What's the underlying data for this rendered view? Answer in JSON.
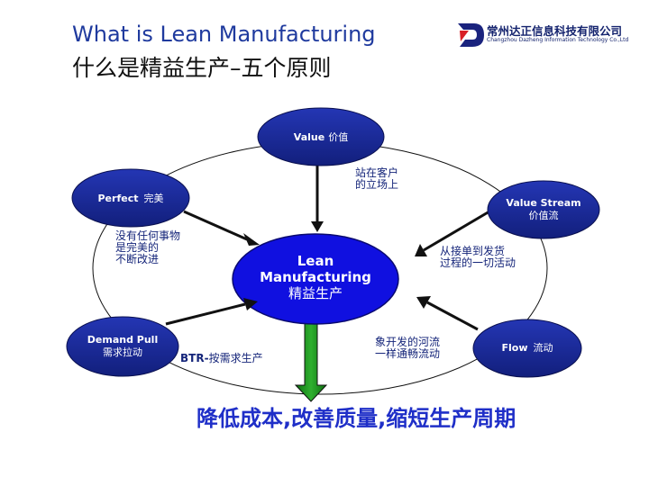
{
  "slide": {
    "title_en": "What is Lean Manufacturing",
    "title_zh": "什么是精益生产–五个原则"
  },
  "logo": {
    "name": "常州达正信息科技有限公司",
    "subtitle": "Changzhou Dazheng Information Technology Co.,Ltd",
    "icon": "dz-logo-mark"
  },
  "diagram": {
    "center": {
      "en": "Lean\nManufacturing",
      "zh": "精益生产"
    },
    "nodes": [
      {
        "id": "value",
        "en": "Value",
        "zh": "价值"
      },
      {
        "id": "value-stream",
        "en": "Value Stream",
        "zh": "价值流"
      },
      {
        "id": "flow",
        "en": "Flow",
        "zh": "流动"
      },
      {
        "id": "demand-pull",
        "en": "Demand Pull",
        "zh": "需求拉动"
      },
      {
        "id": "perfect",
        "en": "Perfect",
        "zh": "完美"
      }
    ],
    "notes": {
      "value": "站在客户\n的立场上",
      "value_stream": "从接单到发货\n过程的一切活动",
      "flow": "象开发的河流\n一样通畅流动",
      "demand_pull_bold": "BTR-",
      "demand_pull": "按需求生产",
      "perfect": "没有任何事物\n是完美的\n不断改进"
    },
    "result": "降低成本,改善质量,缩短生产周期",
    "colors": {
      "node_fill": "#1a2a9a",
      "center_fill": "#1010e0",
      "arrow": "#111111",
      "result_arrow": "#128a14",
      "text_accent": "#1f2fc8"
    }
  }
}
